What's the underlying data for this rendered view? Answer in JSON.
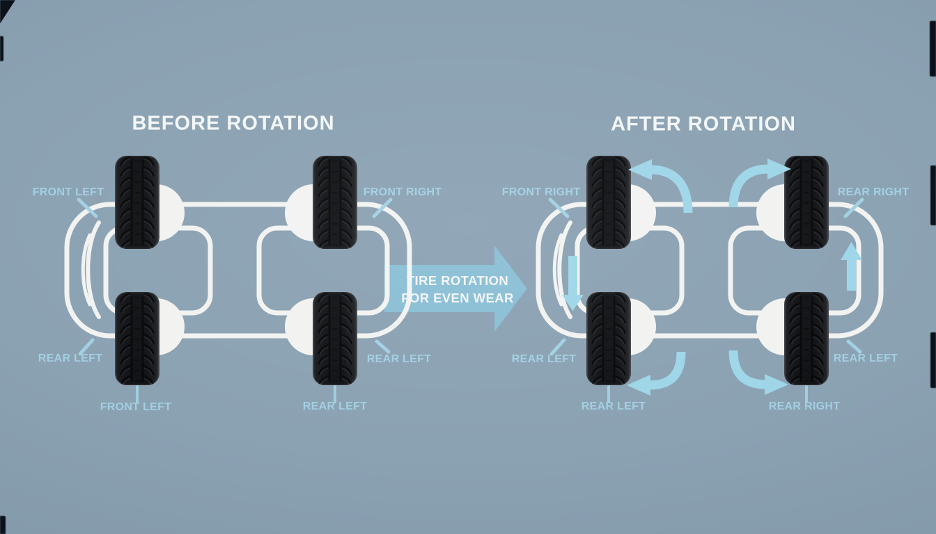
{
  "illustration": {
    "center_arrow": {
      "line1": "TIRE ROTATION",
      "line2": "FOR EVEN WEAR"
    },
    "before": {
      "title": "BEFORE ROTATION",
      "labels": {
        "top_left": "FRONT LEFT",
        "top_right": "FRONT RIGHT",
        "lower_left": "REAR LEFT",
        "lower_right": "REAR LEFT",
        "caption_left": "FRONT LEFT",
        "caption_right": "REAR LEFT"
      }
    },
    "after": {
      "title": "AFTER ROTATION",
      "labels": {
        "top_left": "FRONT RIGHT",
        "top_right": "REAR RIGHT",
        "lower_left": "REAR LEFT",
        "lower_right": "REAR LEFT",
        "caption_left": "REAR LEFT",
        "caption_right": "REAR RIGHT"
      }
    },
    "icons": [
      "curved-rotation-arrow-top-left",
      "curved-rotation-arrow-top-right",
      "down-arrow",
      "up-arrow",
      "curved-rotation-arrow-bottom-left",
      "curved-rotation-arrow-bottom-right",
      "big-right-arrow"
    ]
  },
  "colors": {
    "bg": "#8ba2b3",
    "title_text": "#f3f6f7",
    "label_text": "#a2d0e2",
    "arrow_fill": "#8abed5",
    "rotation_fill": "#9ed6e8",
    "outline": "#f2f3f1",
    "tire": "#121316"
  }
}
